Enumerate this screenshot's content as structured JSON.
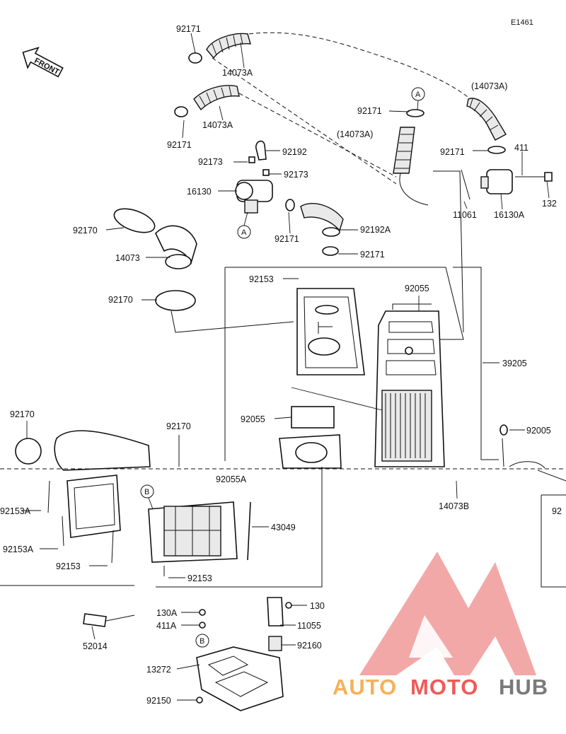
{
  "diagram": {
    "code": "E1461",
    "front_label": "FRONT",
    "callouts": {
      "a_top": "A",
      "a_valve": "A",
      "b_left": "B",
      "b_bottom": "B"
    },
    "labels": {
      "l1": "92171",
      "l2": "14073A",
      "l3": "92171",
      "l4": "14073A",
      "l5": "92171",
      "l6": "(14073A)",
      "l7": "(14073A)",
      "l8": "92173",
      "l9": "92192",
      "l10": "92173",
      "l11": "16130",
      "l12": "92171",
      "l13": "92192A",
      "l14": "92171",
      "l15": "92171",
      "l16": "411",
      "l17": "132",
      "l18": "11061",
      "l19": "16130A",
      "l20": "92170",
      "l21": "14073",
      "l22": "92170",
      "l23": "92153",
      "l24": "92055",
      "l25": "39205",
      "l26": "92055",
      "l27": "92170",
      "l28": "92170",
      "l29": "92005",
      "l30": "92055A",
      "l31": "92153A",
      "l32": "92153A",
      "l33": "92153",
      "l34": "43049",
      "l35": "92153",
      "l36": "14073B",
      "l37": "92",
      "l38": "52014",
      "l39": "130A",
      "l40": "411A",
      "l41": "130",
      "l42": "11055",
      "l43": "92160",
      "l44": "13272",
      "l45": "92150"
    },
    "watermark": {
      "part1": "AUTO",
      "part2": "MOTO",
      "part3": "HUB",
      "color_orange": "#f5b15a",
      "color_red": "#ef5a5a",
      "color_gray": "#7a7a7a"
    }
  }
}
